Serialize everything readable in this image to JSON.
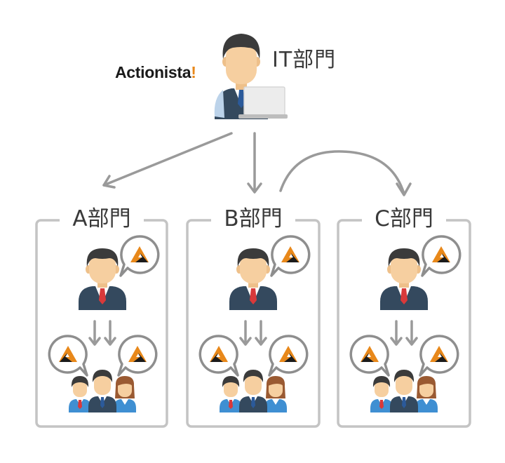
{
  "logo": {
    "text": "Actionista",
    "exclamation": "!"
  },
  "it_department": {
    "label": "IT部門"
  },
  "departments": [
    {
      "label": "A部門"
    },
    {
      "label": "B部門"
    },
    {
      "label": "C部門"
    }
  ],
  "colors": {
    "frame": "#c4c4c4",
    "arrow": "#9a9a9a",
    "skin": "#f6cfa0",
    "hair": "#3b3b3b",
    "suit": "#34495e",
    "tie": "#d9393a",
    "shirt_blue": "#3f8fd2",
    "logo_orange": "#e8881a"
  },
  "icons": [
    "person-icon",
    "laptop-icon",
    "chat-bubble-icon",
    "actionista-mark-icon",
    "arrow-icon"
  ]
}
